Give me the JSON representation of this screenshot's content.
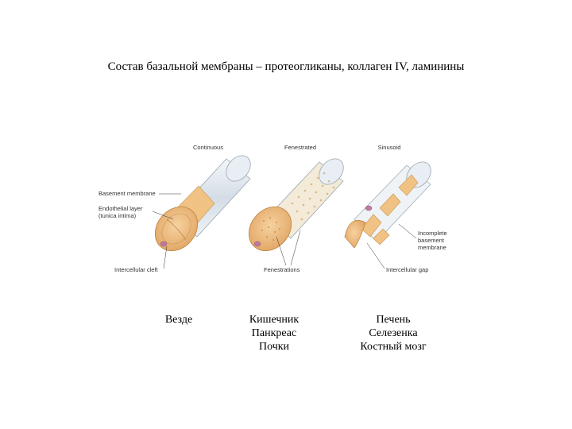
{
  "title": "Состав базальной мембраны – протеогликаны, коллаген IV, ламинины",
  "figure": {
    "headings": {
      "continuous": "Continuous",
      "fenestrated": "Fenestrated",
      "sinusoid": "Sinusoid"
    },
    "labels": {
      "basement_membrane": "Basement membrane",
      "endothelial_layer_1": "Endothelial layer",
      "endothelial_layer_2": "(tunica intima)",
      "intercellular_cleft": "Intercellular cleft",
      "fenestrations": "Fenestrations",
      "incomplete_bm_1": "Incomplete",
      "incomplete_bm_2": "basement",
      "incomplete_bm_3": "membrane",
      "intercellular_gap": "Intercellular gap"
    },
    "colors": {
      "tube": "#d6dee6",
      "cell": "#f2c58c",
      "nucleus": "#c07aa0",
      "outline": "#9aa6b2"
    }
  },
  "captions": {
    "continuous": [
      "Везде"
    ],
    "fenestrated": [
      "Кишечник",
      "Панкреас",
      "Почки"
    ],
    "sinusoid": [
      "Печень",
      "Селезенка",
      "Костный мозг"
    ]
  }
}
